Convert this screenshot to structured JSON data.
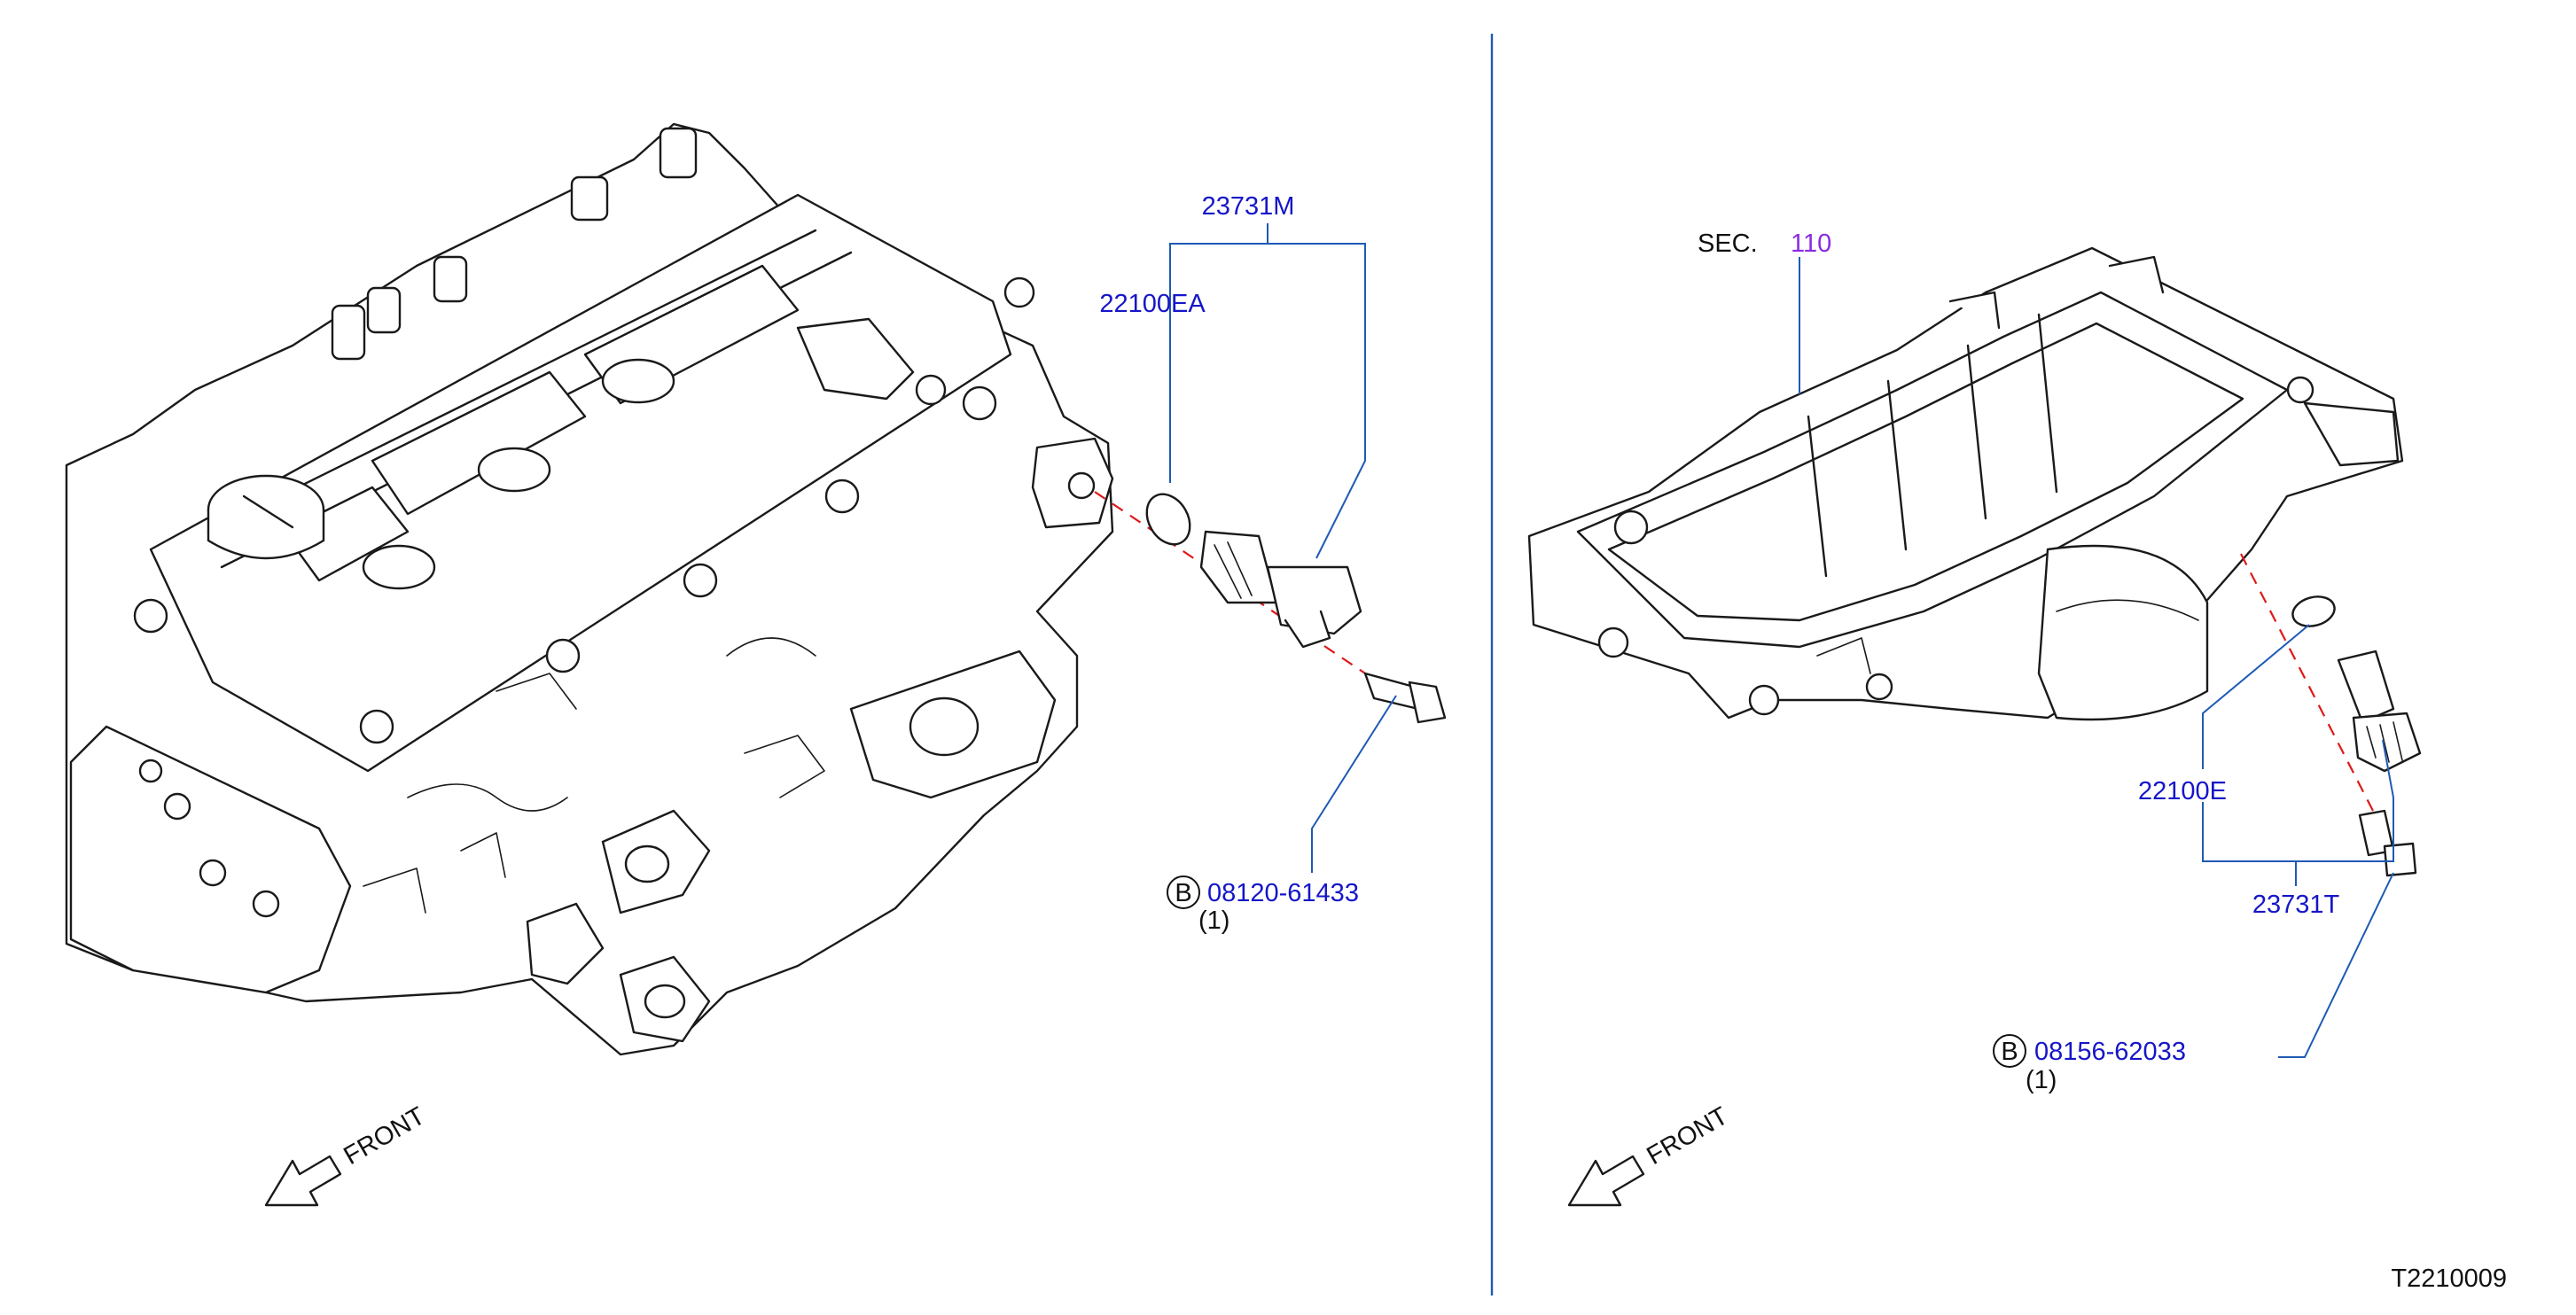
{
  "left_panel": {
    "labels": {
      "part_23731M": "23731M",
      "part_22100EA": "22100EA",
      "bolt_part": "08120-61433",
      "bolt_marker": "B",
      "bolt_qty": "(1)",
      "front": "FRONT"
    }
  },
  "right_panel": {
    "labels": {
      "sec_prefix": "SEC.",
      "sec_number": "110",
      "part_22100E": "22100E",
      "part_23731T": "23731T",
      "bolt_part": "08156-62033",
      "bolt_marker": "B",
      "bolt_qty": "(1)",
      "front": "FRONT"
    }
  },
  "diagram_id": "T2210009",
  "colors": {
    "label_blue": "#1616c8",
    "leader_blue": "#1e5ab4",
    "section_purple": "#8a2be2",
    "centerline_red": "#e01818",
    "line_black": "#1a1a1a"
  }
}
